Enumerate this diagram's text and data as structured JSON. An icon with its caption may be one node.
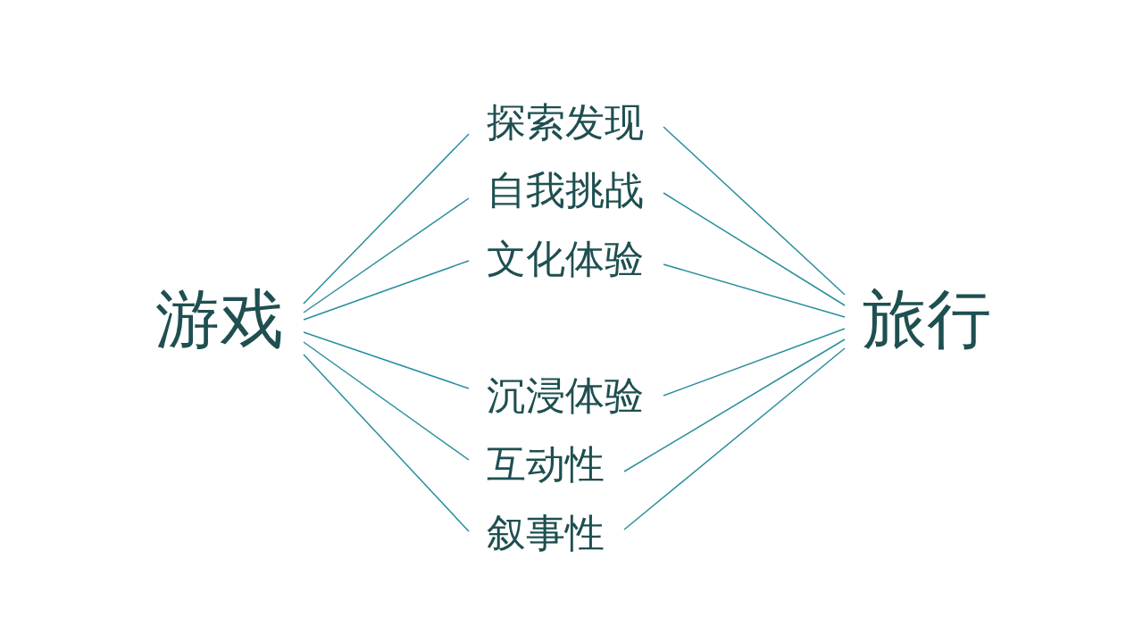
{
  "diagram": {
    "nodes": [
      {
        "text": [
          "游戏"
        ]
      },
      {
        "text": [
          "旅行"
        ]
      },
      {
        "text": [
          "探索发现"
        ]
      },
      {
        "text": [
          "自我挑战"
        ]
      },
      {
        "text": [
          "文化体验"
        ]
      },
      {
        "text": [
          "沉浸体验"
        ]
      },
      {
        "text": [
          "互动性"
        ]
      },
      {
        "text": [
          "叙事性"
        ]
      }
    ],
    "edges": [
      {
        "from": 0,
        "to": 2,
        "arrow": "none"
      },
      {
        "from": 0,
        "to": 3,
        "arrow": "none"
      },
      {
        "from": 0,
        "to": 4,
        "arrow": "none"
      },
      {
        "from": 0,
        "to": 5,
        "arrow": "none"
      },
      {
        "from": 0,
        "to": 6,
        "arrow": "none"
      },
      {
        "from": 0,
        "to": 7,
        "arrow": "none"
      },
      {
        "from": 2,
        "to": 1,
        "arrow": "none"
      },
      {
        "from": 3,
        "to": 1,
        "arrow": "none"
      },
      {
        "from": 4,
        "to": 1,
        "arrow": "none"
      },
      {
        "from": 5,
        "to": 1,
        "arrow": "none"
      },
      {
        "from": 6,
        "to": 1,
        "arrow": "none"
      },
      {
        "from": 7,
        "to": 1,
        "arrow": "none"
      }
    ]
  }
}
